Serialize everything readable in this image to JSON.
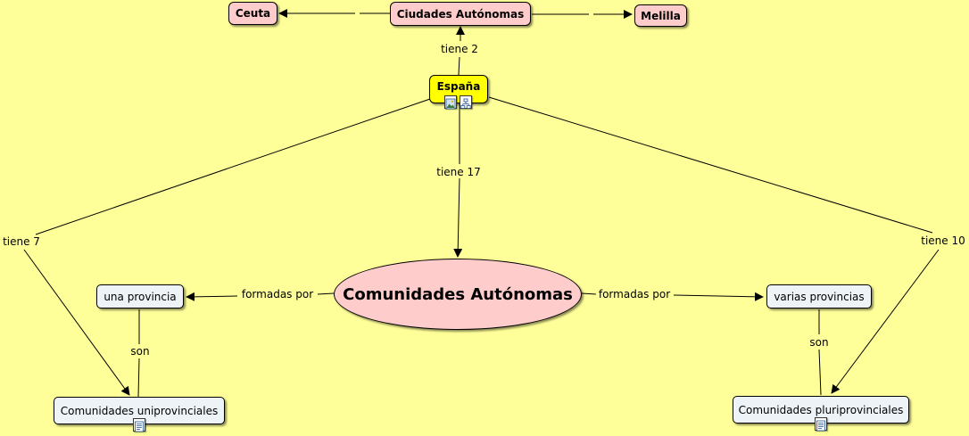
{
  "nodes": {
    "ceuta": "Ceuta",
    "ciudades": "Ciudades Autónomas",
    "melilla": "Melilla",
    "espana": "España",
    "comunidades": "Comunidades Autónomas",
    "una_provincia": "una provincia",
    "varias_provincias": "varias provincias",
    "uniprovinciales": "Comunidades uniprovinciales",
    "pluriprovinciales": "Comunidades pluriprovinciales"
  },
  "links": {
    "tiene_2": "tiene 2",
    "tiene_17": "tiene 17",
    "tiene_7": "tiene 7",
    "tiene_10": "tiene 10",
    "formadas_por_left": "formadas por",
    "formadas_por_right": "formadas por",
    "son_left": "son",
    "son_right": "son"
  },
  "icons": {
    "espana": [
      "image-resource-icon",
      "concept-map-resource-icon"
    ],
    "uniprovinciales": "document-resource-icon",
    "pluriprovinciales": "document-resource-icon"
  },
  "colors": {
    "background": "#ffff99",
    "pink_node": "#ffcccc",
    "light_node": "#eef3f7",
    "root_node": "#ffff00"
  }
}
